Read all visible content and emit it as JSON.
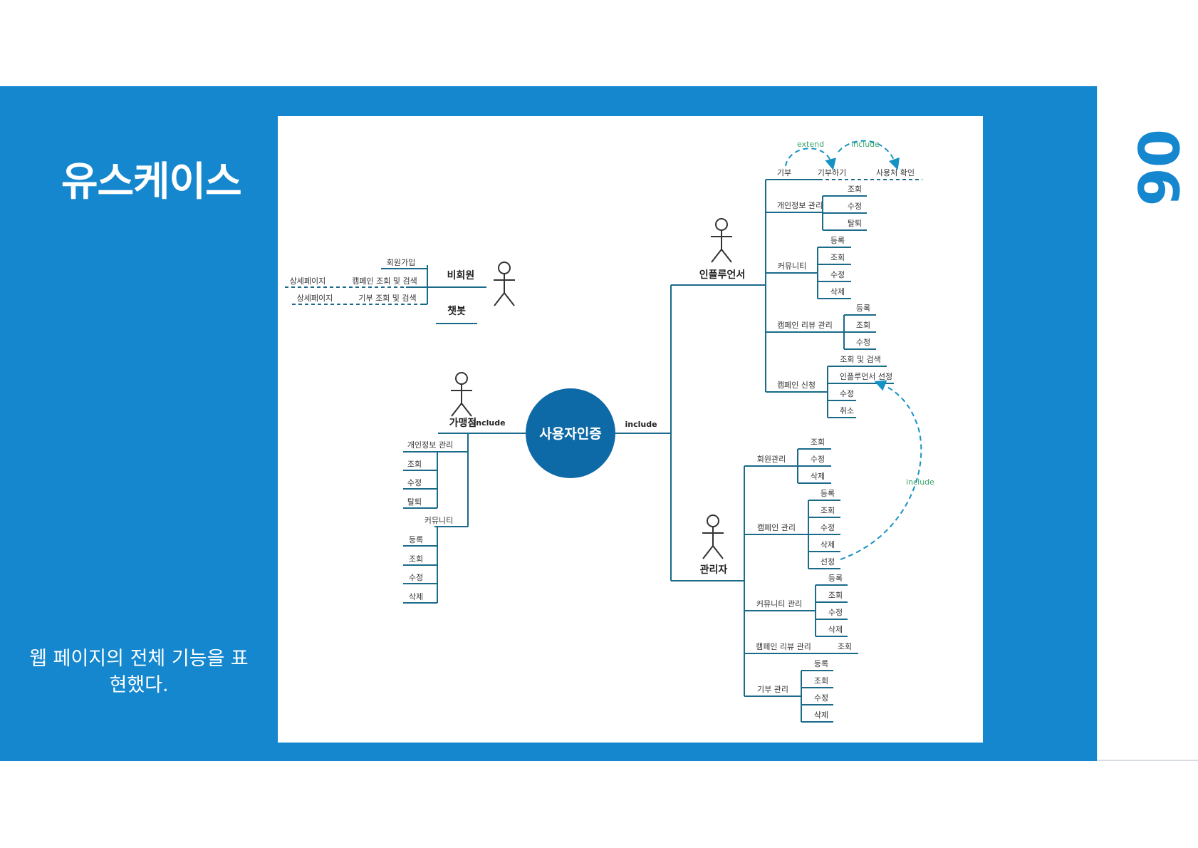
{
  "slide": {
    "title": "유스케이스",
    "description": "웹 페이지의 전체 기능을 표현했다.",
    "page_number": "06",
    "accent_color": "#1587ce"
  },
  "diagram": {
    "center": "사용자인증",
    "relations": {
      "include": "include",
      "extend": "extend"
    },
    "actors": {
      "nonmember": "비회원",
      "chatbot": "챗봇",
      "franchise": "가맹점",
      "influencer": "인플루언서",
      "admin": "관리자"
    },
    "nonmember": {
      "signup": "회원가입",
      "campaign_search": "캠페인 조회 및 검색",
      "donation_search": "기부 조회 및 검색",
      "detail_1": "상세페이지",
      "detail_2": "상세페이지"
    },
    "franchise": {
      "personal": "개인정보 관리",
      "personal_items": [
        "조회",
        "수정",
        "탈퇴"
      ],
      "community": "커뮤니티",
      "community_items": [
        "등록",
        "조회",
        "수정",
        "삭제"
      ]
    },
    "influencer": {
      "donate": "기부",
      "donate_do": "기부하기",
      "usage_check": "사용처 확인",
      "personal": "개인정보 관리",
      "personal_items": [
        "조회",
        "수정",
        "탈퇴"
      ],
      "community": "커뮤니티",
      "community_items": [
        "등록",
        "조회",
        "수정",
        "삭제"
      ],
      "review": "캠페인 리뷰 관리",
      "review_items": [
        "등록",
        "조회",
        "수정"
      ],
      "apply": "캠페인 신청",
      "apply_items": [
        "조회 및 검색",
        "인플루언서 선정",
        "수정",
        "취소"
      ]
    },
    "admin": {
      "member": "회원관리",
      "member_items": [
        "조회",
        "수정",
        "삭제"
      ],
      "campaign": "캠페인 관리",
      "campaign_items": [
        "등록",
        "조회",
        "수정",
        "삭제",
        "선정"
      ],
      "community": "커뮤니티 관리",
      "community_items": [
        "등록",
        "조회",
        "수정",
        "삭제"
      ],
      "review": "캠페인 리뷰 관리",
      "review_item": "조회",
      "donation": "기부 관리",
      "donation_items": [
        "등록",
        "조회",
        "수정",
        "삭제"
      ]
    }
  }
}
